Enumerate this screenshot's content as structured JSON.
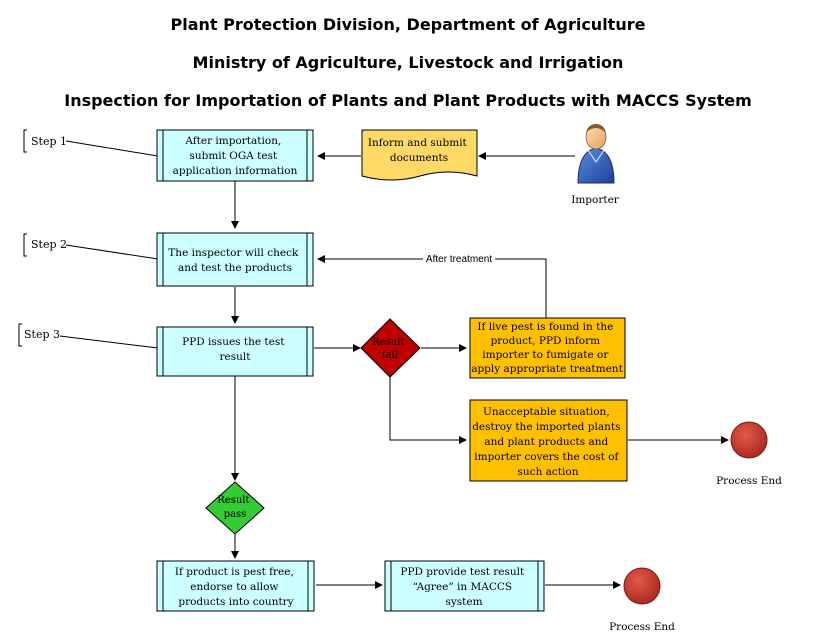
{
  "header": {
    "title1": "Plant Protection Division, Department of Agriculture",
    "title2": "Ministry of Agriculture, Livestock and Irrigation",
    "title3": "Inspection for Importation of Plants and Plant Products with MACCS System"
  },
  "steps": {
    "step1": "Step 1",
    "step2": "Step 2",
    "step3": "Step 3"
  },
  "boxes": {
    "submit_application": [
      "After importation,",
      "submit OGA test",
      "application information"
    ],
    "inspect": [
      "The inspector will check",
      "and test the products"
    ],
    "issue_result": [
      "PPD issues the test",
      "result"
    ],
    "inform_documents": [
      "Inform and submit",
      "documents"
    ],
    "live_pest": [
      "If live pest is found in the",
      "product, PPD inform",
      "importer to fumigate or",
      "apply appropriate treatment"
    ],
    "unacceptable": [
      "Unacceptable situation,",
      "destroy the imported plants",
      "and plant products and",
      "importer covers the cost of",
      "such action"
    ],
    "pest_free": [
      "If product is pest free,",
      "endorse to allow",
      "products into country"
    ],
    "agree": [
      "PPD provide test result",
      "“Agree” in MACCS",
      "system"
    ]
  },
  "decisions": {
    "fail": [
      "Result",
      "fail"
    ],
    "pass": [
      "Result",
      "pass"
    ]
  },
  "labels": {
    "importer": "Importer",
    "after_treatment": "After treatment",
    "process_end_1": "Process End",
    "process_end_2": "Process End"
  },
  "colors": {
    "process_fill": "#ccffff",
    "document_fill": "#ffd966",
    "action_fill": "#ffc000",
    "fail_diamond": "#c00000",
    "pass_diamond": "#33cc33",
    "end_circle": "#c0392b"
  }
}
